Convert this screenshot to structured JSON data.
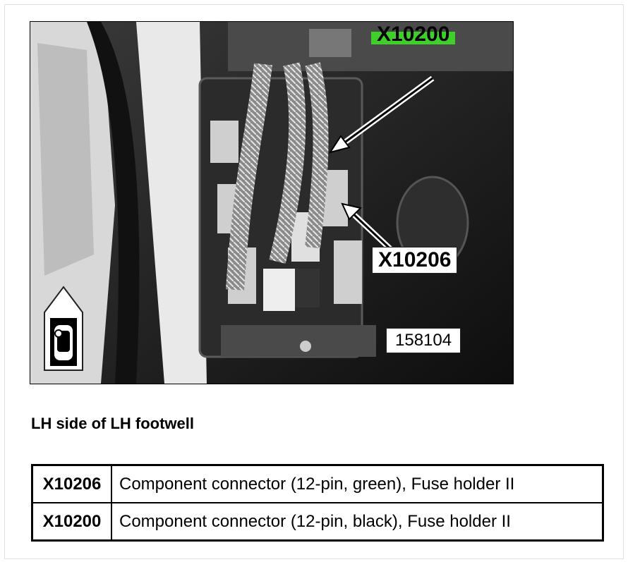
{
  "figure": {
    "callout_top": "X10200",
    "callout_bottom": "X10206",
    "figure_number": "158104"
  },
  "caption": "LH side of LH footwell",
  "connectors": [
    {
      "code": "X10206",
      "description": "Component connector (12-pin, green), Fuse holder II"
    },
    {
      "code": "X10200",
      "description": "Component connector (12-pin, black), Fuse holder II"
    }
  ],
  "colors": {
    "highlight": "#3ecf2a"
  },
  "icons": [
    "car-location-icon"
  ]
}
